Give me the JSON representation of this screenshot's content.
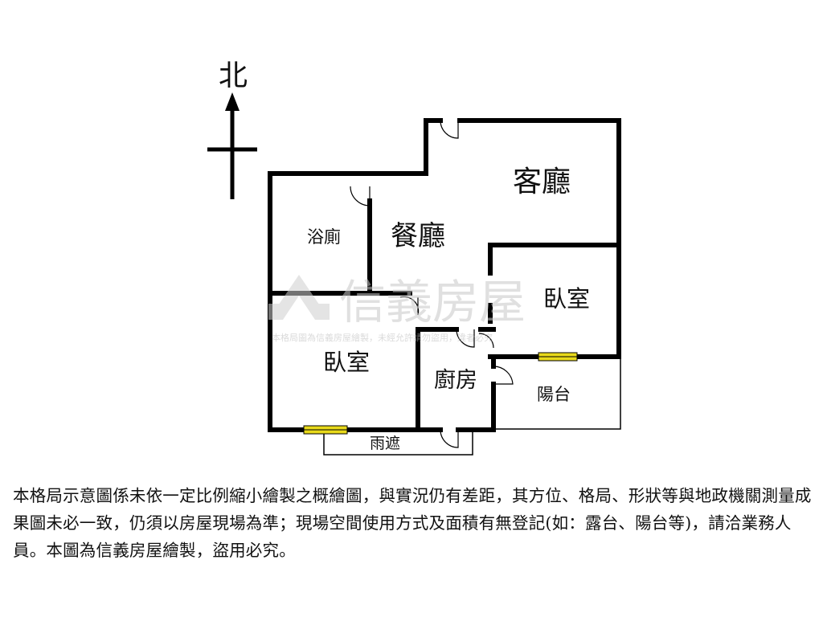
{
  "compass": {
    "north_label": "北"
  },
  "rooms": {
    "living_room": "客廳",
    "dining_room": "餐廳",
    "bathroom": "浴廁",
    "bedroom_east": "臥室",
    "bedroom_west": "臥室",
    "kitchen": "廚房",
    "balcony": "陽台",
    "canopy": "雨遮"
  },
  "watermark": {
    "brand": "信義房屋",
    "notice": "本格局圖為信義房屋繪製，未經允許請勿盜用，違者必究"
  },
  "disclaimer": "本格局示意圖係未依一定比例縮小繪製之概繪圖，與實況仍有差距，其方位、格局、形狀等與地政機關測量成果圖未必一致，仍須以房屋現場為準；現場空間使用方式及面積有無登記(如：露台、陽台等)，請洽業務人員。本圖為信義房屋繪製，盜用必究。",
  "colors": {
    "wall": "#000000",
    "window": "#e8d91a",
    "watermark": "#c8c8c8"
  }
}
